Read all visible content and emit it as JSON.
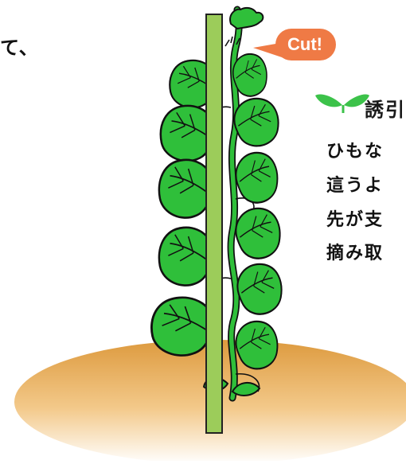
{
  "texts": {
    "left_fragment": "て、",
    "heading": "誘引",
    "lines": [
      "ひもな",
      "這うよ",
      "先が支",
      "摘み取"
    ],
    "cut_label": "Cut!"
  },
  "colors": {
    "leaf": "#2fbf3a",
    "stem": "#2a8c34",
    "pole": "#9ccc5a",
    "soil": "#e6a54e",
    "callout": "#ef7a45",
    "sprout": "#3cc24a"
  },
  "icons": {
    "heading_icon": "sprout-icon",
    "callout": "cut-callout"
  }
}
